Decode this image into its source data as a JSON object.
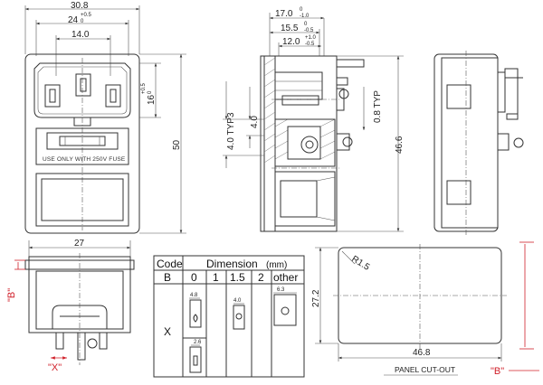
{
  "front_view": {
    "width_total": "30.8",
    "width_inner": "24",
    "width_inner_tol_upper": "+0.5",
    "width_inner_tol_lower": "0",
    "width_pins": "14.0",
    "height_inner": "16",
    "height_inner_tol_upper": "+0.5",
    "height_inner_tol_lower": "0",
    "height_total": "50",
    "fuse_label": "USE ONLY WITH 250V FUSE"
  },
  "side_view": {
    "depth_total": "17.0",
    "depth_total_tol_upper": "0",
    "depth_total_tol_lower": "-1.0",
    "depth_mid": "15.5",
    "depth_mid_tol_upper": "0",
    "depth_mid_tol_lower": "-0.5",
    "depth_inner": "12.0",
    "depth_inner_tol_upper": "+1.0",
    "depth_inner_tol_lower": "-0.5",
    "offset_typ": "4.0 TYP3",
    "offset": "4.0",
    "thickness_typ": "0.8 TYP",
    "height": "46.6"
  },
  "bottom_view": {
    "width": "27",
    "marker_b": "\"B\"",
    "marker_x": "\"X\""
  },
  "dimension_table": {
    "header_code": "Code",
    "header_dimension": "Dimension",
    "header_unit": "(mm)",
    "row_code": "B",
    "columns": [
      "0",
      "1",
      "1.5",
      "2",
      "other"
    ],
    "row_x_label": "X",
    "tab_widths": [
      "4.8",
      "4.0",
      "6.3"
    ],
    "tab_width_bottom": "2.6"
  },
  "panel_cutout": {
    "radius": "R1.5",
    "height": "27.2",
    "width": "46.8",
    "label": "PANEL CUT-OUT",
    "marker_b": "\"B\""
  }
}
